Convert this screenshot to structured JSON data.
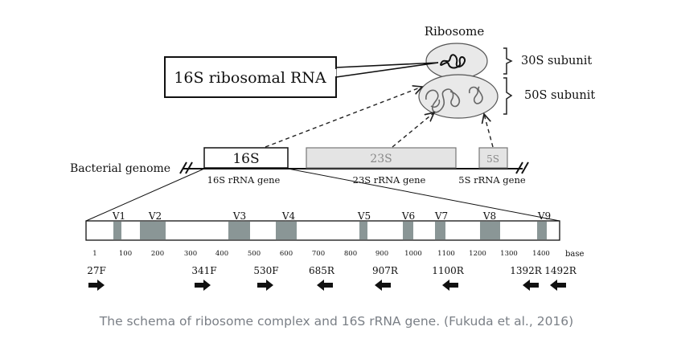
{
  "ribosome": {
    "title": "Ribosome",
    "subunit_30s": "30S subunit",
    "subunit_50s": "50S subunit"
  },
  "rrna_box_label": "16S ribosomal RNA",
  "genome": {
    "label": "Bacterial genome",
    "genes": [
      {
        "box": "16S",
        "caption": "16S rRNA gene"
      },
      {
        "box": "23S",
        "caption": "23S rRNA gene"
      },
      {
        "box": "5S",
        "caption": "5S rRNA gene"
      }
    ]
  },
  "gene_map": {
    "regions": [
      "V1",
      "V2",
      "V3",
      "V4",
      "V5",
      "V6",
      "V7",
      "V8",
      "V9"
    ],
    "scale_ticks": [
      "1",
      "100",
      "200",
      "300",
      "400",
      "500",
      "600",
      "700",
      "800",
      "900",
      "1000",
      "1100",
      "1200",
      "1300",
      "1400"
    ],
    "scale_unit": "base",
    "primers": [
      {
        "label": "27F",
        "dir": "forward"
      },
      {
        "label": "341F",
        "dir": "forward"
      },
      {
        "label": "530F",
        "dir": "forward"
      },
      {
        "label": "685R",
        "dir": "reverse"
      },
      {
        "label": "907R",
        "dir": "reverse"
      },
      {
        "label": "1100R",
        "dir": "reverse"
      },
      {
        "label": "1392R",
        "dir": "reverse"
      },
      {
        "label": "1492R",
        "dir": "reverse"
      }
    ]
  },
  "caption": "The schema of ribosome complex and 16S rRNA gene. (Fukuda et al., 2016)"
}
